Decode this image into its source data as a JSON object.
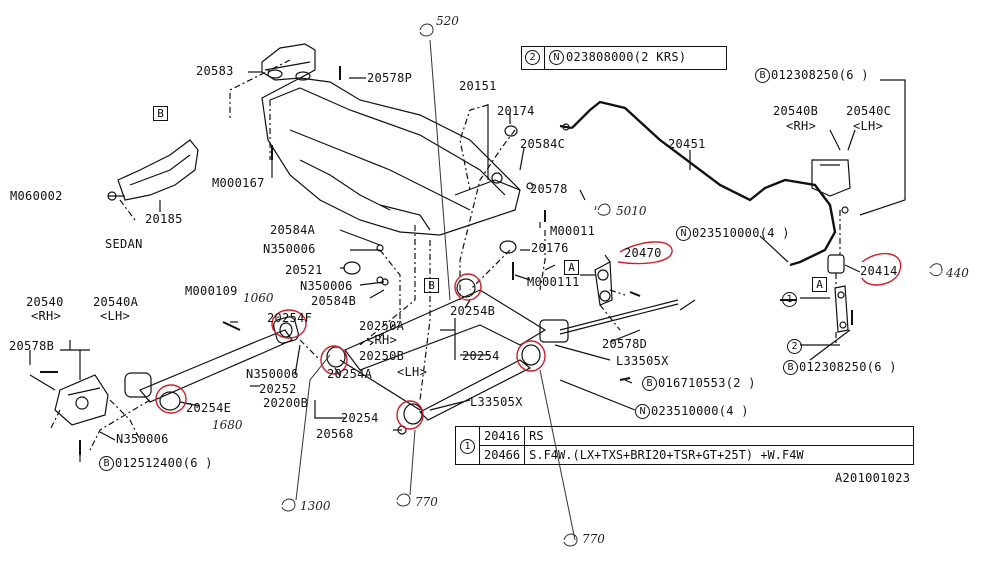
{
  "callouts": {
    "c20583": "20583",
    "c20578P": "20578P",
    "cM000167": "M000167",
    "cB": "B",
    "cM060002": "M060002",
    "c20185": "20185",
    "cSEDAN": "SEDAN",
    "c20151": "20151",
    "c20174": "20174",
    "c20584C": "20584C",
    "c20578": "20578",
    "cM00011": "M00011",
    "c20176": "20176",
    "cM000111": "M000111",
    "c20584A": "20584A",
    "cN350006a": "N350006",
    "c20521": "20521",
    "cN350006b": "N350006",
    "c20584B": "20584B",
    "cB2": "B",
    "c20451": "20451",
    "cA1": "A",
    "c20470": "20470",
    "c20254B": "20254B",
    "c20250A": "20250A",
    "cRH1": "<RH>",
    "c20250B": "20250B",
    "c20254a": "20254",
    "c20578D": "20578D",
    "cL33505X1": "L33505X",
    "c20254A": "20254A",
    "cLH1": "<LH>",
    "c20200B": "20200B",
    "c20254b": "20254",
    "cL33505X2": "L33505X",
    "c20568": "20568",
    "cM000109": "M000109",
    "c20254F": "20254F",
    "cN350006c": "N350006",
    "c20252": "20252",
    "c20254E": "20254E",
    "cN350006d": "N350006",
    "c20540": "20540",
    "cRH2": "<RH>",
    "c20540A": "20540A",
    "cLH2": "<LH>",
    "c20578B": "20578B",
    "c0125124006": "012512400(6 )",
    "c20540B": "20540B",
    "cRH3": "<RH>",
    "c20540C": "20540C",
    "cLH3": "<LH>",
    "c0123082506a": "012308250(6 )",
    "c0235100004a": "023510000(4 )",
    "c20414": "20414",
    "cA2": "A",
    "c1": "1",
    "c2": "2",
    "c0123082506b": "012308250(6 )",
    "c0167105532": "016710553(2 )",
    "c0235100004b": "023510000(4 )",
    "cB3": "B",
    "cB4": "B",
    "cB5": "B",
    "cN1": "N",
    "cN2": "N",
    "cB6": "B"
  },
  "top_box": {
    "circle_label": "2",
    "n_label": "N",
    "text": "023808000(2 KRS)"
  },
  "parts_table": {
    "circle_label": "1",
    "rows": [
      {
        "part": "20416",
        "desc": "RS"
      },
      {
        "part": "20466",
        "desc": "S.F4W.(LX+TXS+BRI20+TSR+GT+25T) +W.F4W"
      }
    ]
  },
  "diagram_id": "A201001023",
  "handwritten": {
    "h520": "520",
    "h5010": "5010",
    "h440": "440",
    "h1060": "1060",
    "h1680": "1680",
    "h1300": "1300",
    "h770a": "770",
    "h770b": "770"
  },
  "colors": {
    "line": "#111111",
    "markup": "#cc1f2a",
    "paper": "#ffffff"
  }
}
